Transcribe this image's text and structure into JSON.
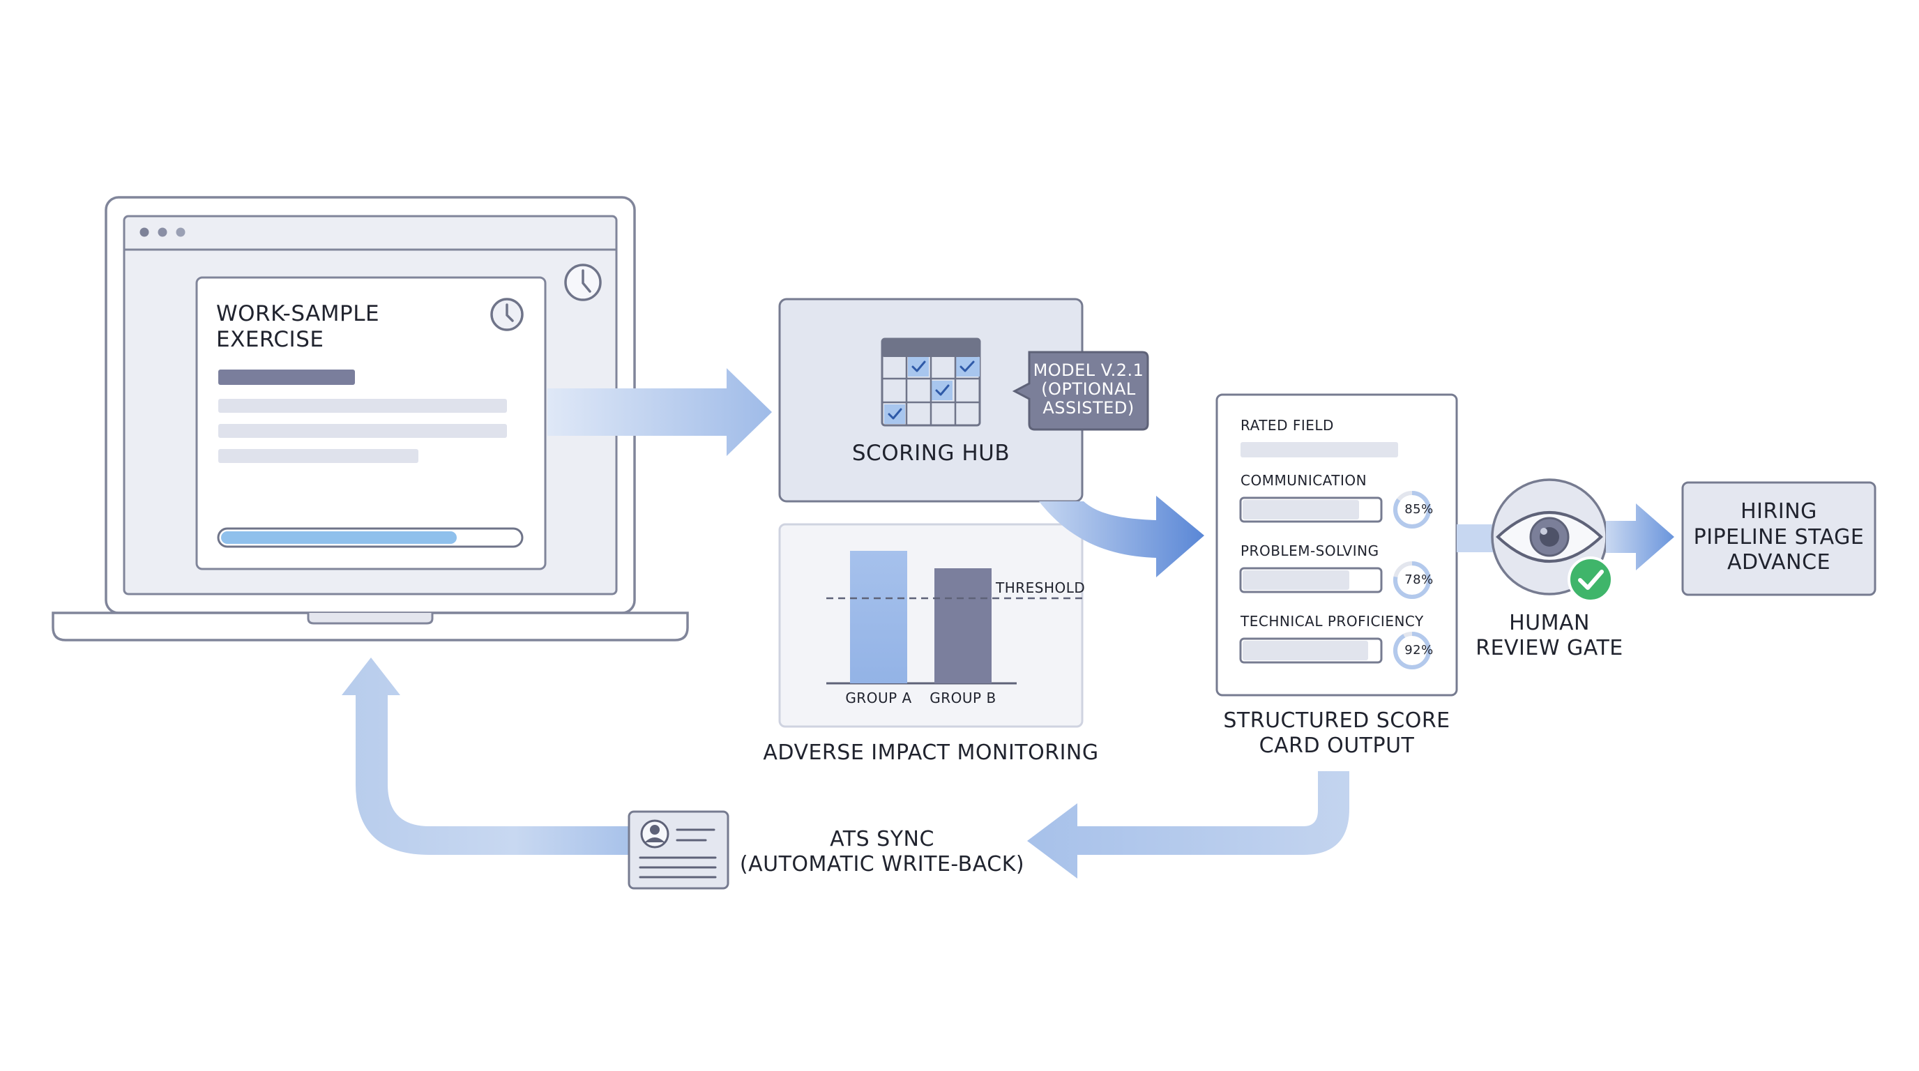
{
  "exercise": {
    "title": "WORK-SAMPLE EXERCISE",
    "progress": 0.79
  },
  "scoring_hub": {
    "label": "SCORING HUB",
    "model_badge": [
      "MODEL V.2.1",
      "(OPTIONAL",
      "ASSISTED)"
    ]
  },
  "adverse_impact": {
    "label": "ADVERSE IMPACT MONITORING",
    "threshold_label": "THRESHOLD",
    "groups": [
      {
        "name": "GROUP A",
        "value": 0.98
      },
      {
        "name": "GROUP B",
        "value": 0.85
      }
    ],
    "threshold": 0.63
  },
  "scorecard": {
    "header": "RATED FIELD",
    "rows": [
      {
        "name": "COMMUNICATION",
        "value": 85,
        "text": "85%"
      },
      {
        "name": "PROBLEM-SOLVING",
        "value": 78,
        "text": "78%"
      },
      {
        "name": "TECHNICAL PROFICIENCY",
        "value": 92,
        "text": "92%"
      }
    ],
    "label": [
      "STRUCTURED SCORE",
      "CARD OUTPUT"
    ]
  },
  "review_gate": {
    "label": [
      "HUMAN",
      "REVIEW GATE"
    ]
  },
  "pipeline": {
    "label": [
      "HIRING",
      "PIPELINE STAGE",
      "ADVANCE"
    ]
  },
  "ats": {
    "label": [
      "ATS SYNC",
      "(AUTOMATIC WRITE-BACK)"
    ]
  },
  "colors": {
    "arrow_light": "#c6d5ee",
    "arrow_dark": "#5a87d6",
    "panel": "#e4e7f0",
    "outline": "#767b90",
    "bar_dark": "#7b7f9d",
    "bar_light": "#a9c3ea",
    "progress": "#8fc0ec",
    "check_green": "#3fb56a"
  }
}
